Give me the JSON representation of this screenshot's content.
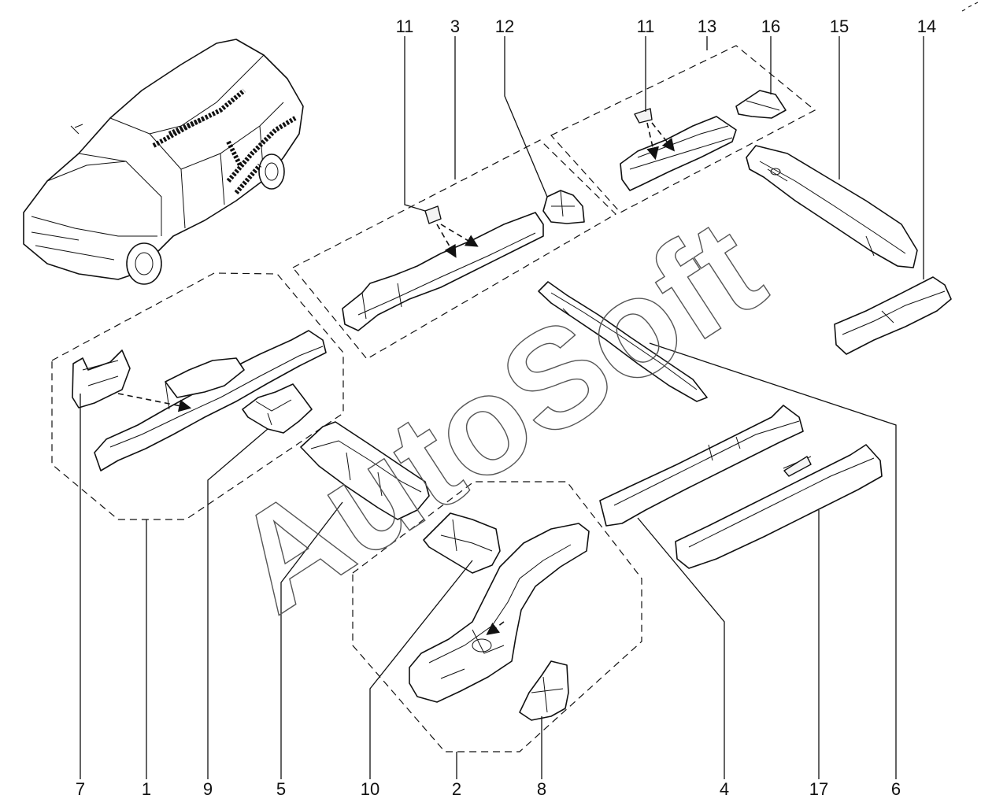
{
  "diagram": {
    "callouts_top": [
      "11",
      "3",
      "12",
      "11",
      "13",
      "16",
      "15",
      "14"
    ],
    "callouts_bottom": [
      "7",
      "1",
      "9",
      "5",
      "10",
      "2",
      "8",
      "4",
      "17",
      "6"
    ]
  },
  "watermark": {
    "text": "AutoSoft"
  }
}
